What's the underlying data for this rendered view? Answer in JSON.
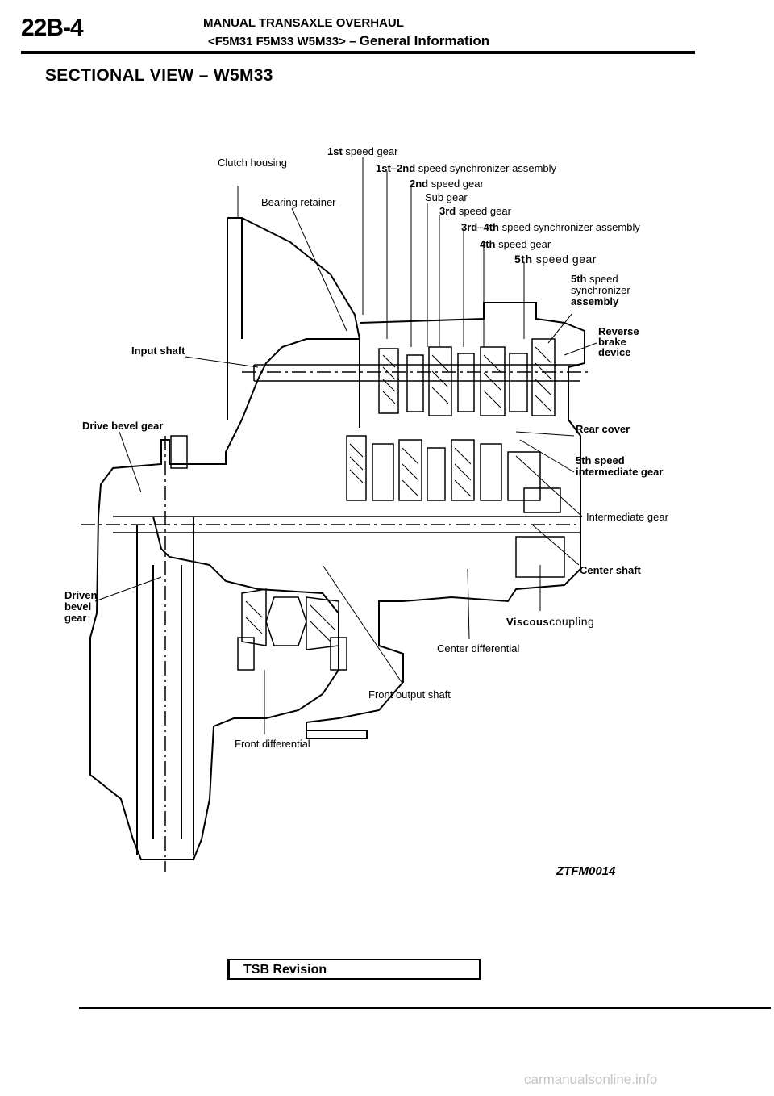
{
  "header": {
    "page_number": "22B-4",
    "title_line1": "MANUAL TRANSAXLE OVERHAUL",
    "title_line2_models": "<F5M31 F5M33 W5M33>",
    "title_line2_dash": " – ",
    "title_line2_section": "General Information"
  },
  "section_title": "SECTIONAL VIEW – W5M33",
  "labels": {
    "clutch_housing": "Clutch housing",
    "first_gear_num": "1st",
    "first_gear_text": "speed gear",
    "sync12_num": "1st–2nd",
    "sync12_text": "speed synchronizer assembly",
    "second_gear_num": "2nd",
    "second_gear_text": "speed gear",
    "bearing_retainer": "Bearing retainer",
    "sub_gear": "Sub gear",
    "third_gear_num": "3rd",
    "third_gear_text": "speed gear",
    "sync34_num": "3rd–4th",
    "sync34_text": "speed synchronizer assembly",
    "fourth_gear_num": "4th",
    "fourth_gear_text": "speed gear",
    "fifth_gear_num": "5th",
    "fifth_gear_text": "speed gear",
    "fifth_sync_num": "5th",
    "fifth_sync_text1": "speed",
    "fifth_sync_text2": "synchronizer",
    "fifth_sync_text3": "assembly",
    "reverse_brake_1": "Reverse",
    "reverse_brake_2": "brake",
    "reverse_brake_3": "device",
    "input_shaft": "Input shaft",
    "drive_bevel_gear": "Drive bevel gear",
    "rear_cover": "Rear cover",
    "fifth_int_gear_1": "5th speed",
    "fifth_int_gear_2": "intermediate gear",
    "intermediate_gear": "Intermediate gear",
    "center_shaft": "Center shaft",
    "driven_bevel_1": "Driven",
    "driven_bevel_2": "bevel",
    "driven_bevel_3": "gear",
    "viscous_1": "Viscous",
    "viscous_2": "coupling",
    "center_differential": "Center differential",
    "front_output_shaft": "Front output shaft",
    "front_differential": "Front differential"
  },
  "figure_code": "ZTFM0014",
  "footer": {
    "tsb_revision": "TSB Revision",
    "watermark": "carmanualsonline.info"
  }
}
